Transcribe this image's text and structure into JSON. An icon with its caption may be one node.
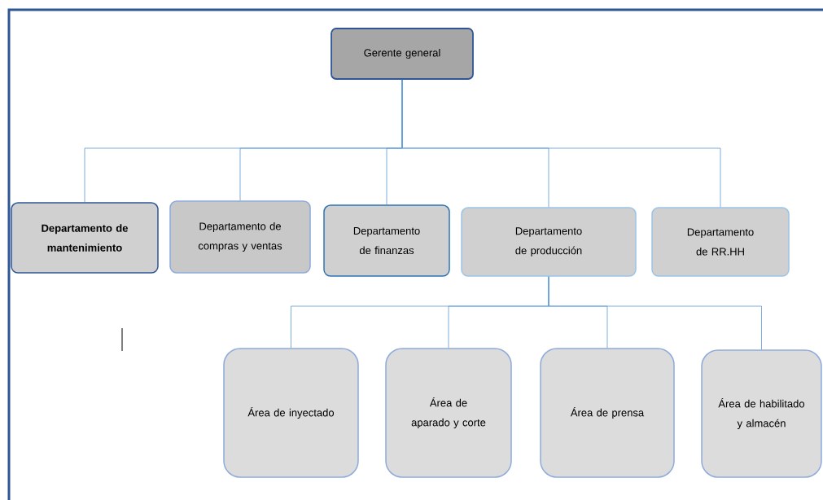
{
  "diagram": {
    "nodes": [
      {
        "text": [
          "Gerente general"
        ]
      },
      {
        "text": [
          "Departamento de mantenimiento"
        ]
      },
      {
        "text": [
          "Departamento de compras y ventas"
        ]
      },
      {
        "text": [
          "Departamento de finanzas"
        ]
      },
      {
        "text": [
          "Departamento de producción"
        ]
      },
      {
        "text": [
          "Departamento de RR.HH"
        ]
      },
      {
        "text": [
          "Área de inyectado"
        ]
      },
      {
        "text": [
          "Área de aparado y corte"
        ]
      },
      {
        "text": [
          "Área de prensa"
        ]
      },
      {
        "text": [
          "Área de habilitado y almacén"
        ]
      }
    ],
    "edges": [
      {
        "from": 0,
        "to": 1,
        "arrow": "none"
      },
      {
        "from": 0,
        "to": 2,
        "arrow": "none"
      },
      {
        "from": 0,
        "to": 3,
        "arrow": "none"
      },
      {
        "from": 0,
        "to": 4,
        "arrow": "none"
      },
      {
        "from": 0,
        "to": 5,
        "arrow": "none"
      },
      {
        "from": 4,
        "to": 6,
        "arrow": "none"
      },
      {
        "from": 4,
        "to": 7,
        "arrow": "none"
      },
      {
        "from": 4,
        "to": 8,
        "arrow": "none"
      },
      {
        "from": 4,
        "to": 9,
        "arrow": "none"
      }
    ]
  }
}
